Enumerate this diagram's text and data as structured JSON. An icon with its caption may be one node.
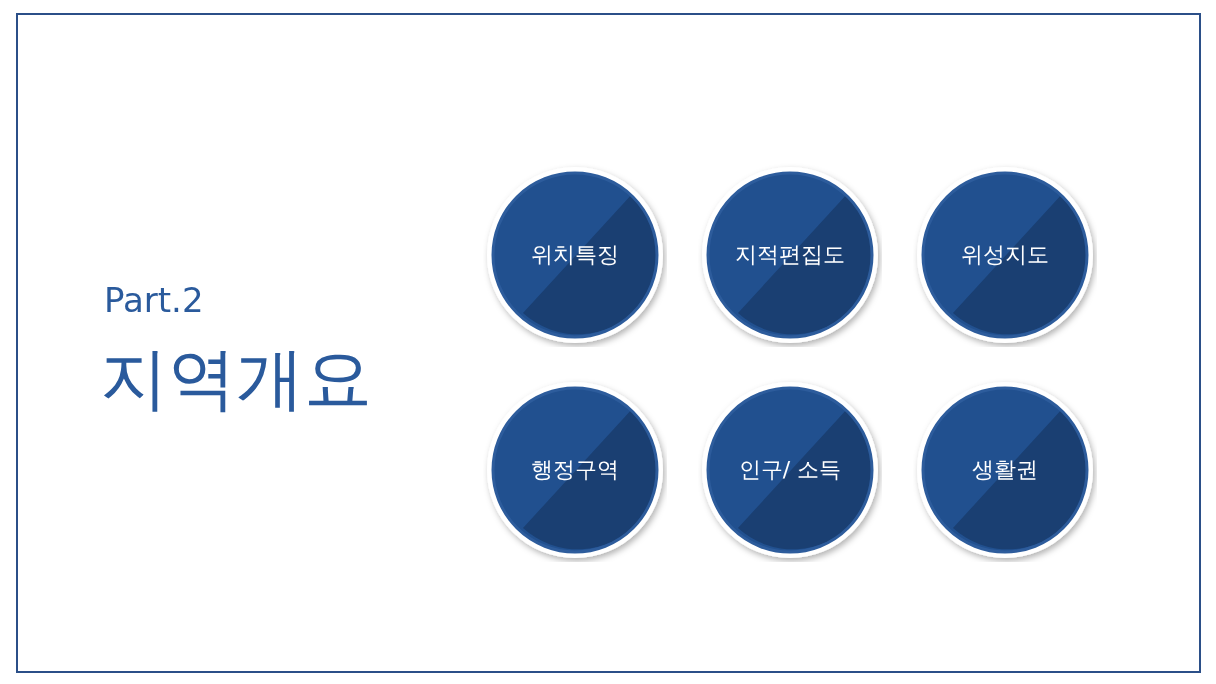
{
  "diagram": {
    "nodes": [
      {
        "text": [
          "위치특징"
        ]
      },
      {
        "text": [
          "지적편집도"
        ]
      },
      {
        "text": [
          "위성지도"
        ]
      },
      {
        "text": [
          "행정구역"
        ]
      },
      {
        "text": [
          "인구/ 소득"
        ]
      },
      {
        "text": [
          "생활권"
        ]
      }
    ],
    "labels": [
      "Part.2",
      "지역개요"
    ]
  }
}
